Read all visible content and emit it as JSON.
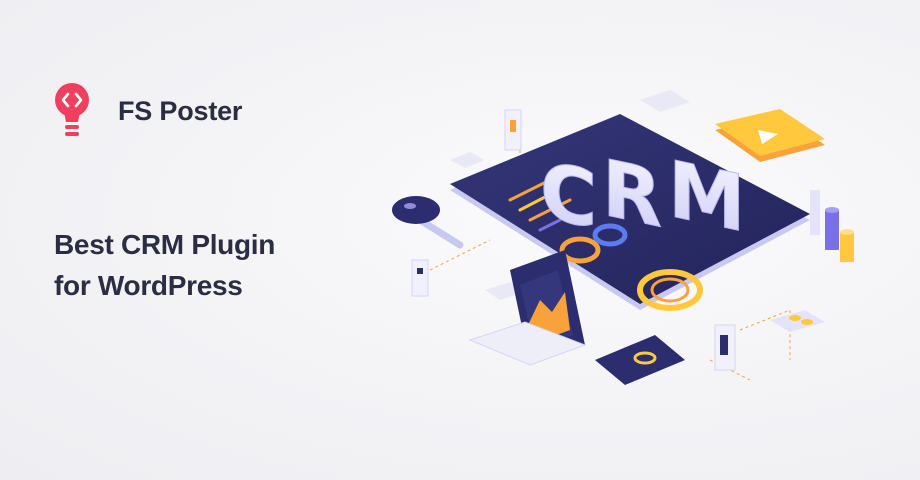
{
  "brand": {
    "name": "FS Poster",
    "logo_icon": "code-bulb-icon",
    "accent_color": "#f0405f"
  },
  "headline": {
    "line1": "Best CRM Plugin",
    "line2": "for WordPress"
  },
  "illustration": {
    "big_text": "CRM",
    "icon": "isometric-crm-dashboard-illustration",
    "colors": {
      "navy": "#2b2d6e",
      "orange": "#f7a23b",
      "yellow": "#ffc83d",
      "purple": "#7b6fe8",
      "lavender": "#e4e3fb"
    }
  }
}
